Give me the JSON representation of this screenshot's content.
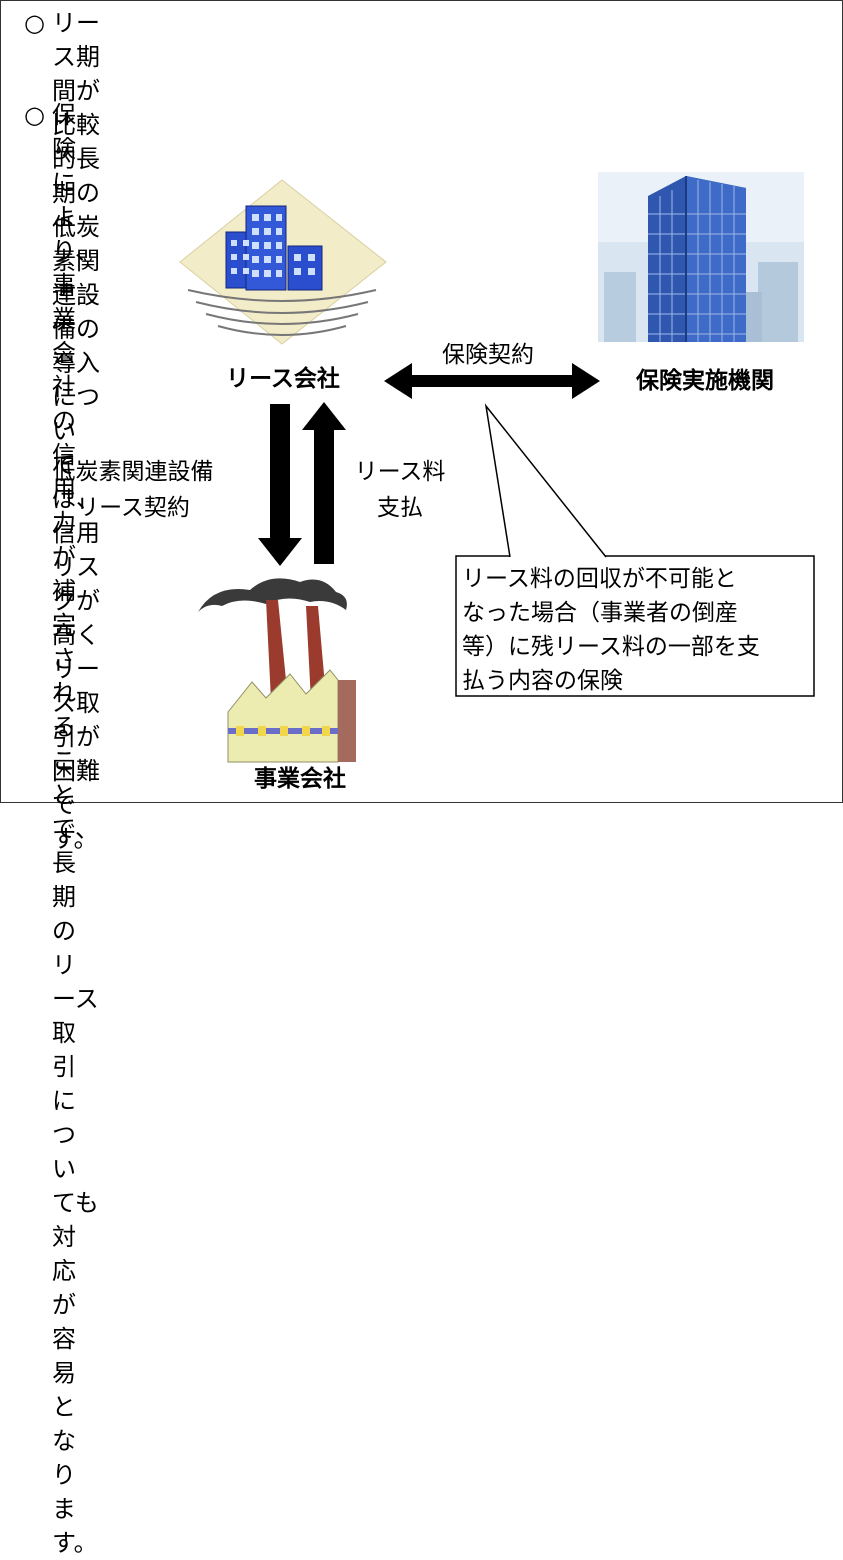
{
  "bullets": [
    {
      "mark": "○",
      "text": "リース期間が比較的長期の低炭素関連設備の導入につい\nては、信用リスクが高くリース取引が困難です。"
    },
    {
      "mark": "○",
      "text": "保険により、事業会社の信用力が補完されることで、長期\nのリース取引についても対応が容易となります。"
    }
  ],
  "nodes": {
    "lease_company": "リース会社",
    "insurer": "保険実施機関",
    "operating_company": "事業会社"
  },
  "edges": {
    "insurance_contract": "保険契約",
    "lowcarbon_lease": "低炭素関連設備\nリース契約",
    "lease_fee": "リース料\n支払"
  },
  "callout": "リース料の回収が不可能と\nなった場合（事業者の倒産\n等）に残リース料の一部を支\n払う内容の保険",
  "icons": {
    "lease_company": "office-buildings-icon",
    "insurer": "skyscraper-icon",
    "operating_company": "factory-icon"
  }
}
